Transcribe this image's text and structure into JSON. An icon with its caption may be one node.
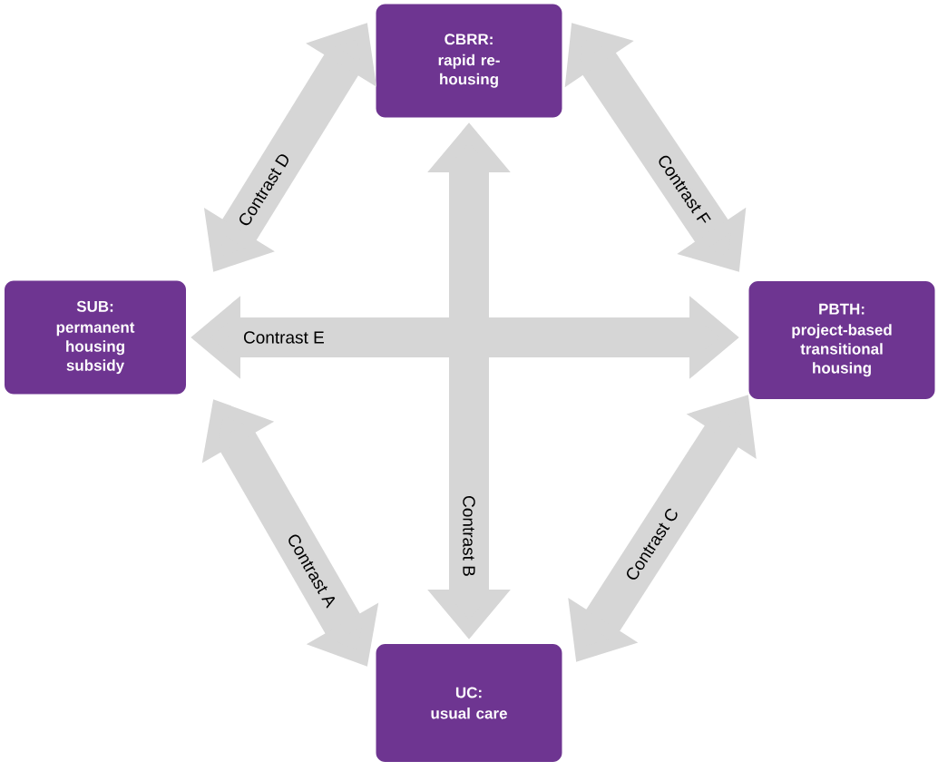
{
  "diagram": {
    "nodes": [
      {
        "text": [
          "CBRR:",
          "rapid re-housing"
        ]
      },
      {
        "text": [
          "SUB:",
          "permanent housing subsidy"
        ]
      },
      {
        "text": [
          "PBTH:",
          "project-based transitional housing"
        ]
      },
      {
        "text": [
          "UC:",
          "usual care"
        ]
      }
    ],
    "edges": [
      {
        "from": 1,
        "to": 3,
        "arrow": "both",
        "label": "Contrast A"
      },
      {
        "from": 0,
        "to": 3,
        "arrow": "both",
        "label": "Contrast B"
      },
      {
        "from": 3,
        "to": 2,
        "arrow": "both",
        "label": "Contrast C"
      },
      {
        "from": 1,
        "to": 0,
        "arrow": "both",
        "label": "Contrast D"
      },
      {
        "from": 1,
        "to": 2,
        "arrow": "both",
        "label": "Contrast E"
      },
      {
        "from": 0,
        "to": 2,
        "arrow": "both",
        "label": "Contrast F"
      }
    ]
  }
}
